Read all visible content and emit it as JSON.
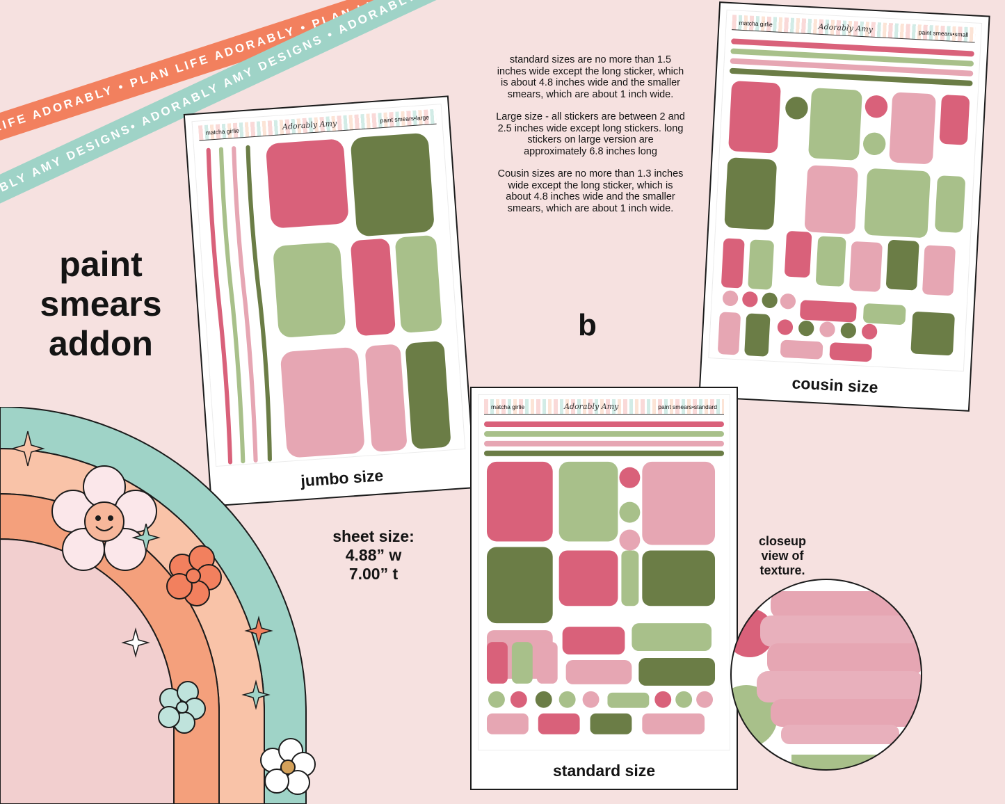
{
  "ribbons": {
    "top_text": "PLAN LIFE ADORABLY • PLAN LIFE ADORABLY • PLAN LIFE ADORABLY",
    "bottom_text": "ADORABLY AMY DESIGNS• ADORABLY AMY DESIGNS • ADORABLY AMY"
  },
  "title": {
    "line1": "paint",
    "line2": "smears",
    "line3": "addon"
  },
  "info": {
    "standard": "standard sizes are no more than 1.5 inches wide except the long sticker, which is about 4.8 inches wide and the smaller smears, which are about 1 inch wide.",
    "large": "Large size - all stickers are between 2 and 2.5 inches wide except long stickers. long stickers on large version are approximately 6.8 inches long",
    "cousin": "Cousin sizes are no more than 1.3 inches wide except the long sticker, which is about 4.8 inches wide and the smaller smears, which are about 1 inch wide."
  },
  "letter": "b",
  "sheet_size": {
    "label": "sheet size:",
    "width": "4.88” w",
    "height": "7.00” t"
  },
  "closeup": {
    "line1": "closeup",
    "line2": "view of",
    "line3": "texture."
  },
  "cards": {
    "jumbo": {
      "left": "matcha girlie",
      "brand": "Adorably Amy",
      "right": "paint smears•large",
      "caption": "jumbo size"
    },
    "cousin": {
      "left": "matcha girlie",
      "brand": "Adorably Amy",
      "right": "paint smears•small",
      "caption": "cousin size"
    },
    "standard": {
      "left": "matcha girlie",
      "brand": "Adorably Amy",
      "right": "paint smears•standard",
      "caption": "standard size"
    }
  },
  "colors": {
    "pink": "#d9617a",
    "light_pink": "#e6a6b3",
    "green": "#6b7d46",
    "light_green": "#a8c08a",
    "orange": "#f2805e",
    "teal": "#9fd3c7",
    "peach": "#f9c3a8",
    "background": "#f6e1e0"
  }
}
